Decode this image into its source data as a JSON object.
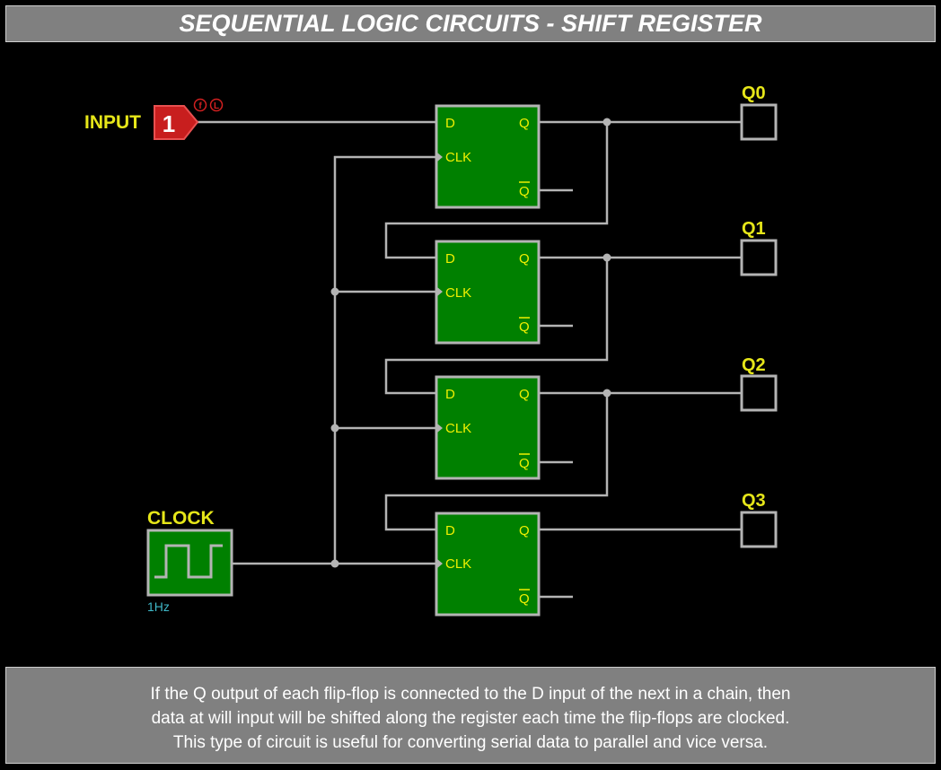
{
  "title": "SEQUENTIAL LOGIC CIRCUITS - SHIFT REGISTER",
  "input": {
    "label": "INPUT",
    "value": "1",
    "badges": [
      "f",
      "L"
    ]
  },
  "clock": {
    "label": "CLOCK",
    "frequency": "1Hz"
  },
  "flip_flops": [
    {
      "d": "D",
      "clk": "CLK",
      "q": "Q",
      "qbar": "Q"
    },
    {
      "d": "D",
      "clk": "CLK",
      "q": "Q",
      "qbar": "Q"
    },
    {
      "d": "D",
      "clk": "CLK",
      "q": "Q",
      "qbar": "Q"
    },
    {
      "d": "D",
      "clk": "CLK",
      "q": "Q",
      "qbar": "Q"
    }
  ],
  "outputs": [
    "Q0",
    "Q1",
    "Q2",
    "Q3"
  ],
  "description": [
    "If the Q output of each flip-flop is connected to the D input of the next in a chain, then",
    "data at will input will be shifted along the register each time the flip-flops are clocked.",
    "This type of circuit is useful for converting serial data to parallel and vice versa."
  ],
  "colors": {
    "wire": "#b4b4b4",
    "flip_flop": "#008000",
    "text": "#e6e619",
    "input_probe": "#c81e1e",
    "clock_freq": "#3fb8c8"
  }
}
